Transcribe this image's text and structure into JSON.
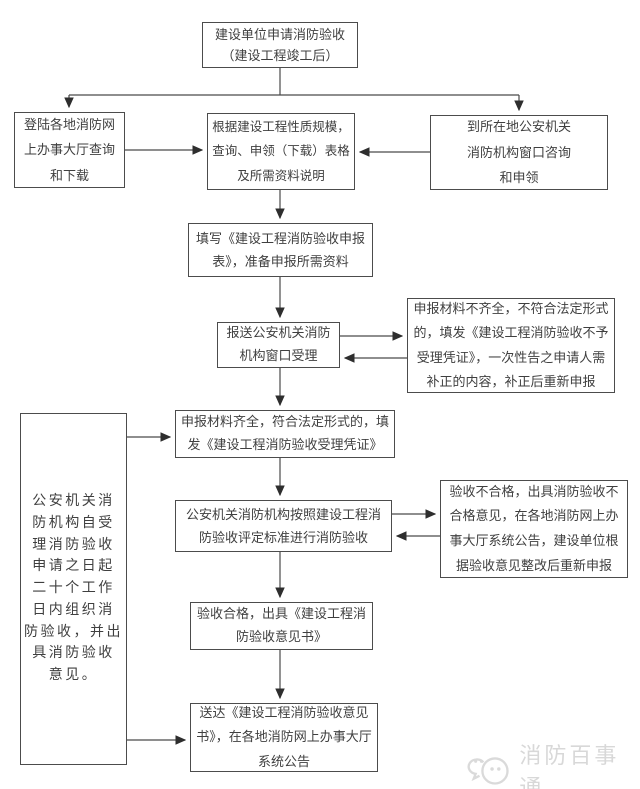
{
  "colors": {
    "background": "#ffffff",
    "box_border": "#4c4c4c",
    "text": "#3f3f3f",
    "arrow": "#2e2e2e",
    "watermark": "#d8d8d8"
  },
  "nodes": {
    "apply": "建设单位申请消防验收\n（建设工程竣工后）",
    "portal": "登陆各地消防网\n上办事大厅查询\n和下载",
    "forms": "根据建设工程性质规模，\n查询、申领（下载）表格\n及所需资料说明",
    "window": "到所在地公安机关\n消防机构窗口咨询\n和申领",
    "fill": "填写《建设工程消防验收申报\n表》，准备申报所需资料",
    "submit": "报送公安机关消防\n机构窗口受理",
    "reject": "申报材料不齐全，不符合法定形式\n的，填发《建设工程消防验收不予\n受理凭证》，一次性告之申请人需\n补正的内容，补正后重新申报",
    "accept": "申报材料齐全，符合法定形式的，填\n发《建设工程消防验收受理凭证》",
    "deadline_note": "公安机关消\n防机构自受\n理消防验收\n申请之日起\n二十个工作\n日内组织消\n防验收，并出\n具消防验收\n意见。",
    "inspect": "公安机关消防机构按照建设工程消\n防验收评定标准进行消防验收",
    "fail": "验收不合格，出具消防验收不\n合格意见，在各地消防网上办\n事大厅系统公告，建设单位根\n据验收意见整改后重新申报",
    "pass": "验收合格，出具《建设工程消\n防验收意见书》",
    "deliver": "送达《建设工程消防验收意见\n书》，在各地消防网上办事大厅\n系统公告"
  },
  "watermark": {
    "label": "消防百事通",
    "icon": "chat-bubbles-logo"
  }
}
